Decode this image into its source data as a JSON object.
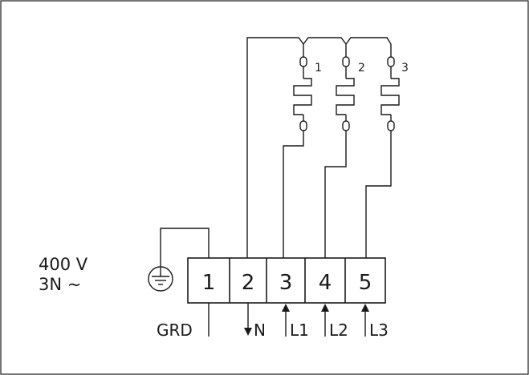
{
  "supply": {
    "voltage": "400 V",
    "system": "3N ~"
  },
  "terminals": [
    {
      "number": "1",
      "label": "GRD"
    },
    {
      "number": "2",
      "label": "N"
    },
    {
      "number": "3",
      "label": "L1"
    },
    {
      "number": "4",
      "label": "L2"
    },
    {
      "number": "5",
      "label": "L3"
    }
  ],
  "elements": [
    {
      "number": "1"
    },
    {
      "number": "2"
    },
    {
      "number": "3"
    }
  ],
  "colors": {
    "line": "#1a1a1a",
    "background": "#ffffff"
  }
}
